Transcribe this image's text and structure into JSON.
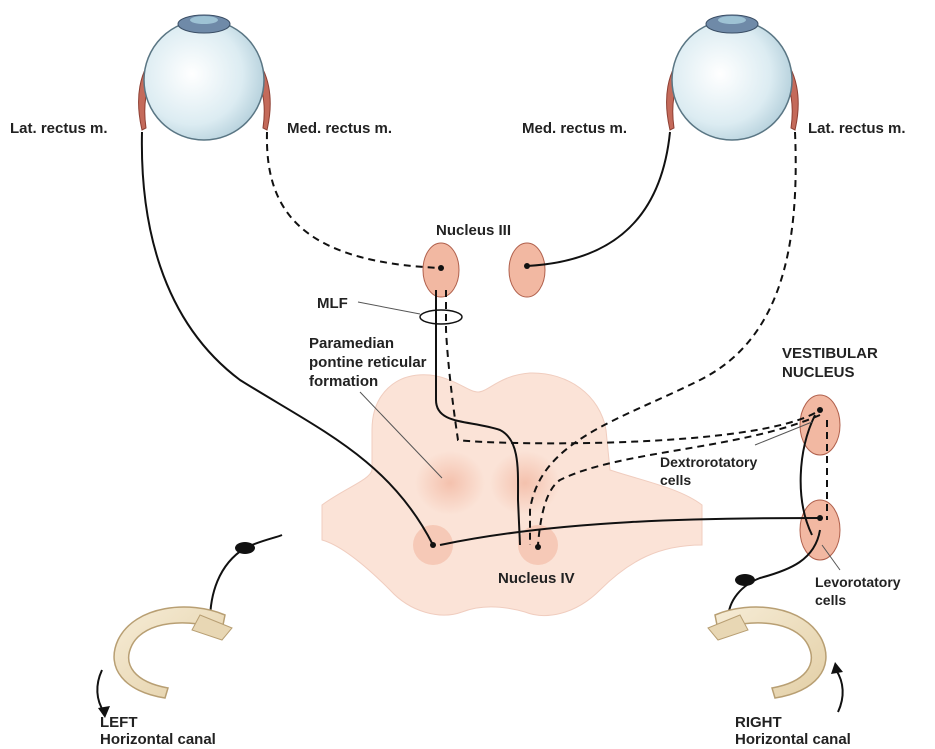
{
  "labels": {
    "left_lat_rectus": "Lat. rectus m.",
    "left_med_rectus": "Med. rectus m.",
    "right_med_rectus": "Med. rectus m.",
    "right_lat_rectus": "Lat. rectus m.",
    "nucleus_iii": "Nucleus III",
    "mlf": "MLF",
    "pprf_line1": "Paramedian",
    "pprf_line2": "pontine reticular",
    "pprf_line3": "formation",
    "vestibular_line1": "VESTIBULAR",
    "vestibular_line2": "NUCLEUS",
    "dextro_line1": "Dextrorotatory",
    "dextro_line2": "cells",
    "levo_line1": "Levorotatory",
    "levo_line2": "cells",
    "nucleus_iv": "Nucleus IV",
    "left_canal_line1": "LEFT",
    "left_canal_line2": "Horizontal canal",
    "right_canal_line1": "RIGHT",
    "right_canal_line2": "Horizontal canal"
  },
  "colors": {
    "eye_white": "#e6f2f6",
    "iris": "#6f8aa8",
    "muscle": "#c46a5a",
    "brainstem": "#fbe3d7",
    "nucleus": "#f2b8a2",
    "nucleus_stroke": "#b0604c",
    "pathway": "#111111",
    "canal": "#f0e2c6"
  }
}
